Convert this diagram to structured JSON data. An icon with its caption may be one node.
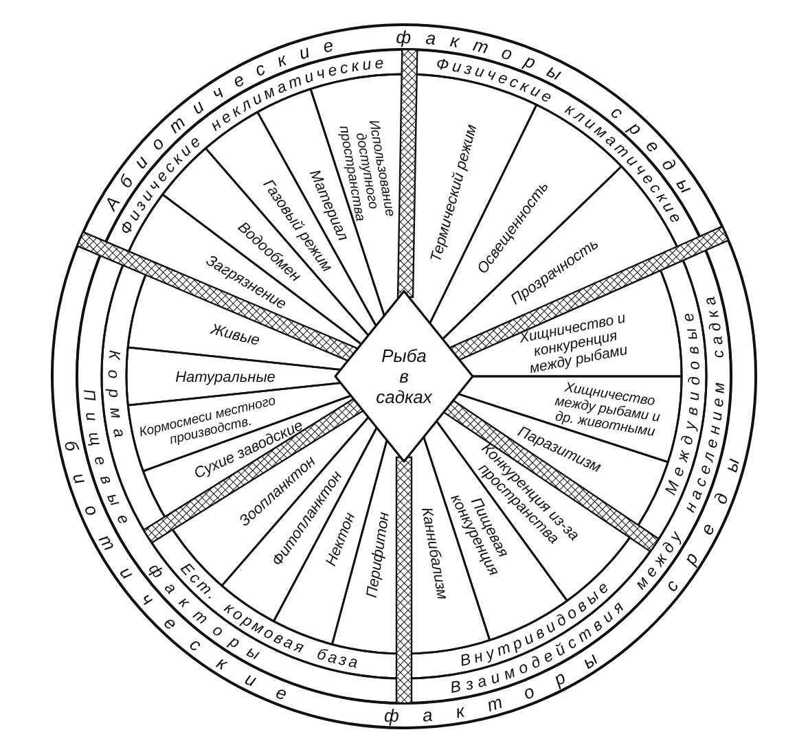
{
  "diagram": {
    "nodes": [
      {
        "text": [
          "Рыба в садках"
        ]
      },
      {
        "text": [
          "Абиотические факторы среды"
        ]
      },
      {
        "text": [
          "биотические факторы среды"
        ]
      },
      {
        "text": [
          "Физические неклиматические"
        ]
      },
      {
        "text": [
          "Физические климатические"
        ]
      },
      {
        "text": [
          "Взаимодействия между населением садка"
        ]
      },
      {
        "text": [
          "Пищевые факторы"
        ]
      },
      {
        "text": [
          "Междувидовые"
        ]
      },
      {
        "text": [
          "Внутривидовые"
        ]
      },
      {
        "text": [
          "Ест. кормовая база"
        ]
      },
      {
        "text": [
          "Корма"
        ]
      },
      {
        "text": [
          "Термический режим"
        ]
      },
      {
        "text": [
          "Освещенность"
        ]
      },
      {
        "text": [
          "Прозрачность"
        ]
      },
      {
        "text": [
          "Хищничество и конкуренция между рыбами"
        ]
      },
      {
        "text": [
          "Хищничество между рыбами и др. животными"
        ]
      },
      {
        "text": [
          "Паразитизм"
        ]
      },
      {
        "text": [
          "Конкуренция из-за пространства"
        ]
      },
      {
        "text": [
          "Пищевая конкуренция"
        ]
      },
      {
        "text": [
          "Каннибализм"
        ]
      },
      {
        "text": [
          "Перифитон"
        ]
      },
      {
        "text": [
          "Нектон"
        ]
      },
      {
        "text": [
          "Фитопланктон"
        ]
      },
      {
        "text": [
          "Зоопланктон"
        ]
      },
      {
        "text": [
          "Сухие заводские"
        ]
      },
      {
        "text": [
          "Кормосмеси местного производств."
        ]
      },
      {
        "text": [
          "Натуральные"
        ]
      },
      {
        "text": [
          "Живые"
        ]
      },
      {
        "text": [
          "Загрязнение"
        ]
      },
      {
        "text": [
          "Водообмен"
        ]
      },
      {
        "text": [
          "Газовый режим"
        ]
      },
      {
        "text": [
          "Материал"
        ]
      },
      {
        "text": [
          "Использование доступного пространства"
        ]
      }
    ]
  }
}
